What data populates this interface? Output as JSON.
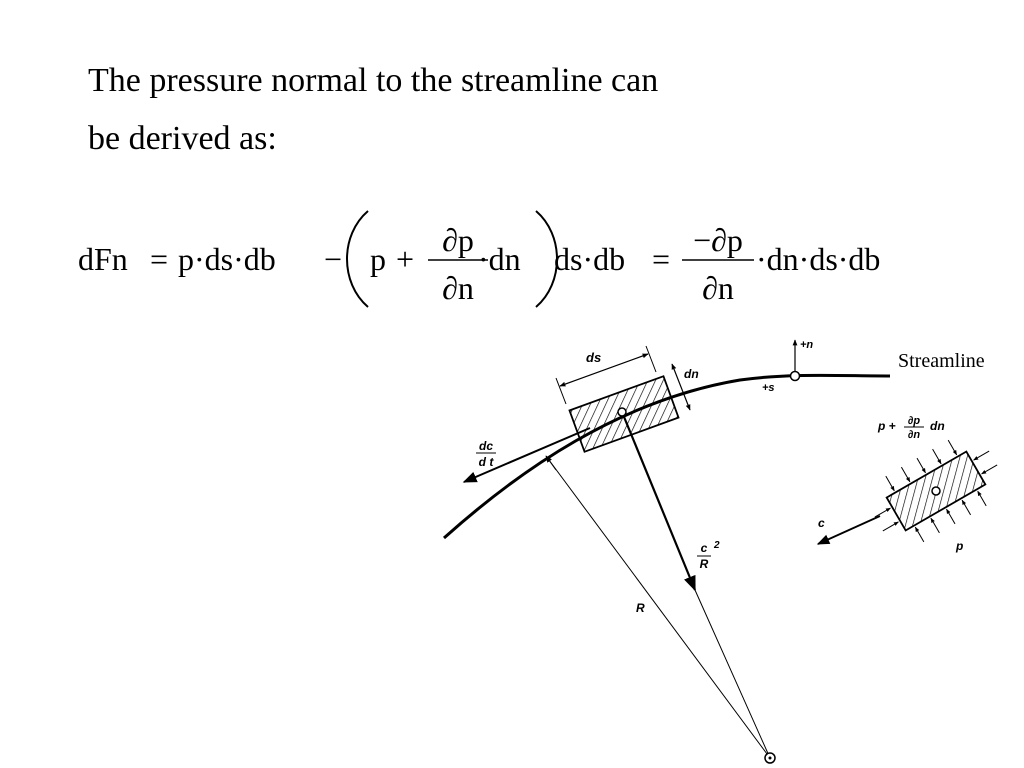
{
  "intro": {
    "line1": "The pressure normal to the streamline can",
    "line2": "be derived as:"
  },
  "equation": {
    "lhs": "dFn",
    "eq": "=",
    "t1": "p·ds·db",
    "minus": "−",
    "p": "p",
    "plus": "+",
    "frac1_num": "∂p",
    "frac1_den": "∂n",
    "dot_dn": "·dn",
    "ds_db": "ds·db",
    "eq2": "=",
    "frac2_num": "−∂p",
    "frac2_den": "∂n",
    "tail": "·dn·ds·db"
  },
  "figure": {
    "streamline_label": "Streamline",
    "ds": "ds",
    "dn": "dn",
    "n_axis": "+n",
    "s_axis": "+s",
    "dcdt_num": "dc",
    "dcdt_den": "d t",
    "c2_num": "c",
    "c2_den": "R",
    "c2_exp": "2",
    "R": "R",
    "p_top_base": "p +",
    "p_top_num": "∂p",
    "p_top_den": "∂n",
    "p_top_dn": "dn",
    "c": "c",
    "p_bottom": "p"
  }
}
